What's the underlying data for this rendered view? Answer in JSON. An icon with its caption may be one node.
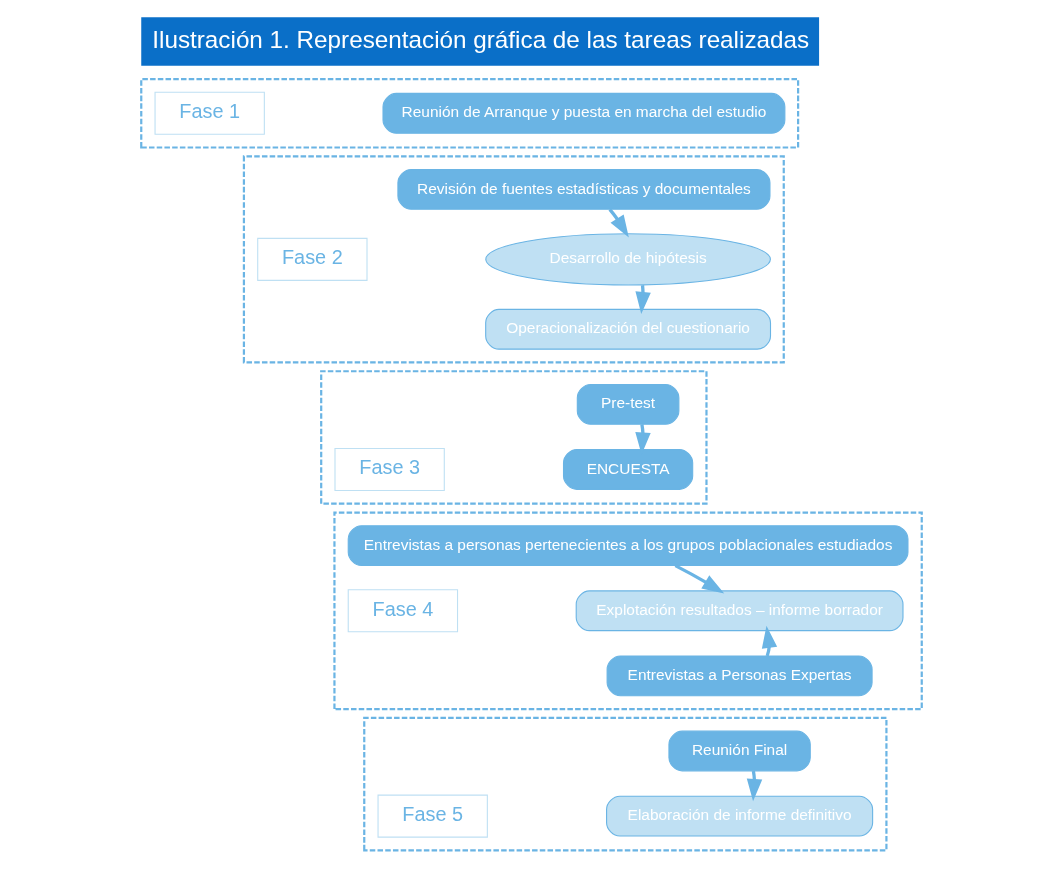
{
  "diagram": {
    "title": "Ilustración 1. Representación gráfica de las tareas realizadas",
    "nodes": [
      {
        "text": [],
        "shape": "band"
      },
      {
        "text": [
          "Fase 1"
        ],
        "in": 0
      },
      {
        "text": [
          "Reunión de Arranque y puesta en marcha del estudio"
        ],
        "in": 0
      },
      {
        "text": [],
        "shape": "band"
      },
      {
        "text": [
          "Fase 2"
        ],
        "in": 3
      },
      {
        "text": [
          "Revisión de fuentes estadísticas y documentales"
        ],
        "in": 3
      },
      {
        "text": [
          "Desarrollo de hipótesis"
        ],
        "in": 3
      },
      {
        "text": [
          "Operacionalización del cuestionario"
        ],
        "in": 3
      },
      {
        "text": [],
        "shape": "band"
      },
      {
        "text": [
          "Fase 3"
        ],
        "in": 8
      },
      {
        "text": [
          "Pre-test"
        ],
        "in": 8
      },
      {
        "text": [
          "ENCUESTA"
        ],
        "in": 8
      },
      {
        "text": [],
        "shape": "band"
      },
      {
        "text": [
          "Fase 4"
        ],
        "in": 12
      },
      {
        "text": [
          "Entrevistas a personas pertenecientes a los grupos poblacionales estudiados"
        ],
        "in": 12
      },
      {
        "text": [
          "Explotación resultados – informe borrador"
        ],
        "in": 12
      },
      {
        "text": [
          "Entrevistas a Personas Expertas"
        ],
        "in": 12
      },
      {
        "text": [],
        "shape": "band"
      },
      {
        "text": [
          "Fase 5"
        ],
        "in": 17
      },
      {
        "text": [
          "Reunión Final"
        ],
        "in": 17
      },
      {
        "text": [
          "Elaboración de informe definitivo"
        ],
        "in": 17
      }
    ],
    "edges": [
      {
        "from": 5,
        "to": 6,
        "arrow": "to"
      },
      {
        "from": 6,
        "to": 7,
        "arrow": "to"
      },
      {
        "from": 10,
        "to": 11,
        "arrow": "to"
      },
      {
        "from": 14,
        "to": 15,
        "arrow": "to"
      },
      {
        "from": 16,
        "to": 15,
        "arrow": "to"
      },
      {
        "from": 19,
        "to": 20,
        "arrow": "to"
      }
    ]
  }
}
